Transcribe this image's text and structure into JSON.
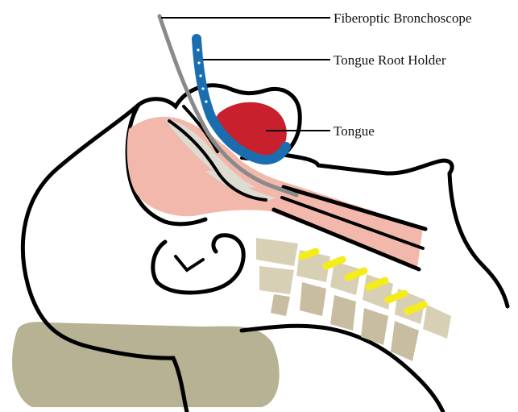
{
  "labels": {
    "bronchoscope": "Fiberoptic Bronchoscope",
    "tongue_holder": "Tongue Root Holder",
    "tongue": "Tongue"
  },
  "colors": {
    "outline": "#000000",
    "pillow": "#b7b293",
    "airway": "#f2b8ab",
    "tongue": "#c8202c",
    "holder": "#1a6eb0",
    "scope": "#8a8a8a",
    "vertebra": "#d8d0b5",
    "disc": "#f5ec1c",
    "soft_tissue": "#dcdcd0"
  }
}
